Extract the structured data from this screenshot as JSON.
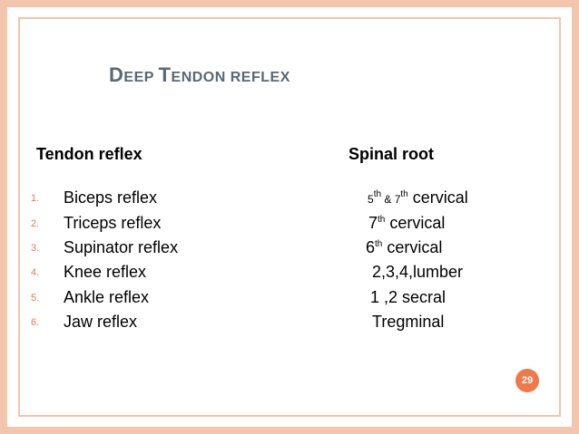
{
  "title": {
    "first": "D",
    "rest_1": "EEP ",
    "mid": "T",
    "rest_2": "ENDON REFLEX"
  },
  "headers": {
    "left": "Tendon reflex",
    "right": "Spinal root"
  },
  "rows": [
    {
      "num": "1.",
      "name": "Biceps reflex"
    },
    {
      "num": "2.",
      "name": "Triceps reflex"
    },
    {
      "num": "3.",
      "name": "Supinator reflex"
    },
    {
      "num": "4.",
      "name": "Knee reflex"
    },
    {
      "num": "5.",
      "name": "Ankle reflex"
    },
    {
      "num": "6.",
      "name": "Jaw reflex"
    }
  ],
  "roots": {
    "r1": {
      "a": "5",
      "a_sup": "th",
      "amp": " & ",
      "b": "7",
      "b_sup": "th",
      "rest": " cervical"
    },
    "r2": {
      "a": "7",
      "a_sup": "th",
      "rest": " cervical"
    },
    "r3": {
      "a": "6",
      "a_sup": "th",
      "rest": " cervical"
    },
    "r4": "2,3,4,lumber",
    "r5": "1 ,2 secral",
    "r6": "Tregminal"
  },
  "page_number": "29",
  "colors": {
    "border": "#f3c5ad",
    "accent": "#ec7a4a",
    "title": "#5b6774"
  }
}
